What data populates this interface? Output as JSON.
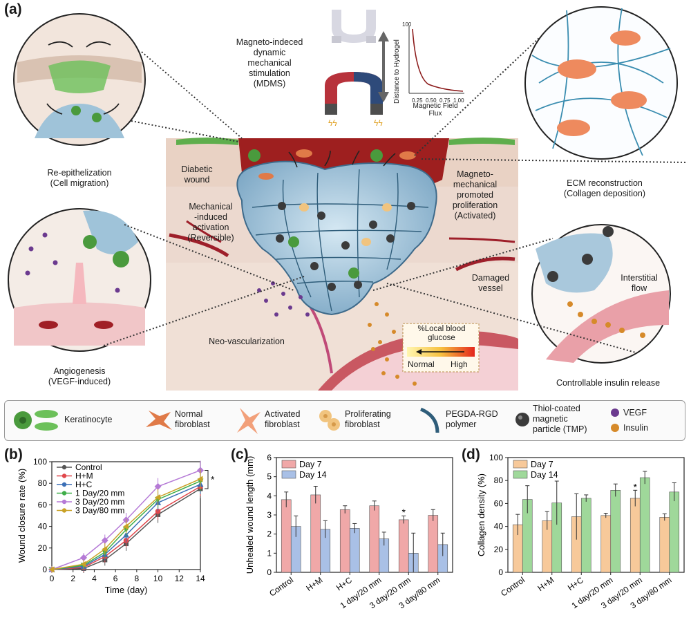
{
  "panel_labels": {
    "a": "(a)",
    "b": "(b)",
    "c": "(c)",
    "d": "(d)"
  },
  "diagram": {
    "mdms": [
      "Magneto-indeced",
      "dynamic",
      "mechanical",
      "stimulation",
      "(MDMS)"
    ],
    "inset_plot": {
      "ylabel": "Distance to Hydrogel",
      "xlabel": [
        "Magnetic Field",
        "Flux"
      ],
      "ticks": [
        "0.25",
        "0.50",
        "0.75",
        "1.00"
      ],
      "ytick": "100"
    },
    "re_epi": [
      "Re-epithelization",
      "(Cell migration)"
    ],
    "ecm": [
      "ECM reconstruction",
      "(Collagen deposition)"
    ],
    "angio": [
      "Angiogenesis",
      "(VEGF-induced)"
    ],
    "insulin_release": "Controllable insulin release",
    "diabetic_wound": [
      "Diabetic",
      "wound"
    ],
    "mech_activation": [
      "Mechanical",
      "-induced",
      "activation",
      "(Reversible)"
    ],
    "magneto_prolif": [
      "Magneto-",
      "mechanical",
      "promoted",
      "proliferation",
      "(Activated)"
    ],
    "damaged_vessel": [
      "Damaged",
      "vessel"
    ],
    "neovasc": "Neo-vascularization",
    "interstitial": [
      "Interstitial",
      "flow"
    ],
    "glucose": {
      "title": [
        "%Local blood",
        "glucose"
      ],
      "low": "Normal",
      "high": "High"
    }
  },
  "legend": {
    "keratinocyte": "Keratinocyte",
    "normal_fib": [
      "Normal",
      "fibroblast"
    ],
    "activated_fib": [
      "Activated",
      "fibroblast"
    ],
    "prolif_fib": [
      "Proliferating",
      "fibroblast"
    ],
    "pegda": [
      "PEGDA-RGD",
      "polymer"
    ],
    "tmp": [
      "Thiol-coated",
      "magnetic",
      "particle (TMP)"
    ],
    "vegf": "VEGF",
    "insulin": "Insulin"
  },
  "colors": {
    "control": "#555555",
    "hm": "#e0474c",
    "hc": "#3b6fb6",
    "d1_20": "#3fae49",
    "d3_20": "#b57ad6",
    "d3_80": "#c9a227",
    "day7_c": "#f0a8a8",
    "day14_c": "#a9c0e6",
    "day7_d": "#f7c99a",
    "day14_d": "#9fd89a"
  },
  "chart_data": [
    {
      "type": "line",
      "xlabel": "Time (day)",
      "ylabel": "Wound closure rate (%)",
      "xlim": [
        0,
        14
      ],
      "ylim": [
        0,
        100
      ],
      "xticks": [
        "0",
        "2",
        "4",
        "6",
        "8",
        "10",
        "12",
        "14"
      ],
      "yticks": [
        "0",
        "20",
        "40",
        "60",
        "80",
        "100"
      ],
      "x": [
        0,
        3,
        5,
        7,
        10,
        14
      ],
      "annotation": "*",
      "series": [
        {
          "name": "Control",
          "values": [
            0,
            1,
            9,
            24,
            51,
            75
          ]
        },
        {
          "name": "H+M",
          "values": [
            0,
            2,
            12,
            27,
            54,
            77
          ]
        },
        {
          "name": "H+C",
          "values": [
            0,
            3,
            14,
            32,
            62,
            79
          ]
        },
        {
          "name": "1 Day/20 mm",
          "values": [
            0,
            4,
            16,
            37,
            65,
            82
          ]
        },
        {
          "name": "3 Day/20 mm",
          "values": [
            0,
            11,
            27,
            46,
            77,
            92
          ]
        },
        {
          "name": "3 Day/80 mm",
          "values": [
            0,
            5,
            19,
            40,
            67,
            84
          ]
        }
      ]
    },
    {
      "type": "bar",
      "ylabel": "Unhealed wound length (mm)",
      "ylim": [
        0,
        6
      ],
      "yticks": [
        "0",
        "1",
        "2",
        "3",
        "4",
        "5",
        "6"
      ],
      "categories": [
        "Control",
        "H+M",
        "H+C",
        "1 day/20 mm",
        "3 day/20 mm",
        "3 day/80 mm"
      ],
      "annotation": "*",
      "series": [
        {
          "name": "Day 7",
          "values": [
            3.8,
            4.05,
            3.28,
            3.48,
            2.75,
            2.98
          ],
          "errors": [
            0.4,
            0.45,
            0.2,
            0.25,
            0.2,
            0.3
          ]
        },
        {
          "name": "Day 14",
          "values": [
            2.4,
            2.25,
            2.3,
            1.75,
            1.0,
            1.45
          ],
          "errors": [
            0.55,
            0.45,
            0.25,
            0.35,
            1.05,
            0.6
          ]
        }
      ]
    },
    {
      "type": "bar",
      "ylabel": "Collagen density (%)",
      "ylim": [
        0,
        100
      ],
      "yticks": [
        "0",
        "20",
        "40",
        "60",
        "80",
        "100"
      ],
      "categories": [
        "Control",
        "H+M",
        "H+C",
        "1 day/20 mm",
        "3 day/20 mm",
        "3 day/80 mm"
      ],
      "annotation": "*",
      "series": [
        {
          "name": "Day 7",
          "values": [
            41.5,
            45,
            48.5,
            49.5,
            64.5,
            48
          ],
          "errors": [
            9,
            8,
            20,
            2,
            7,
            3
          ]
        },
        {
          "name": "Day 14",
          "values": [
            63.5,
            60.5,
            64.5,
            71.5,
            82.5,
            70
          ],
          "errors": [
            12,
            19,
            3,
            5.5,
            5.5,
            8
          ]
        }
      ]
    }
  ]
}
